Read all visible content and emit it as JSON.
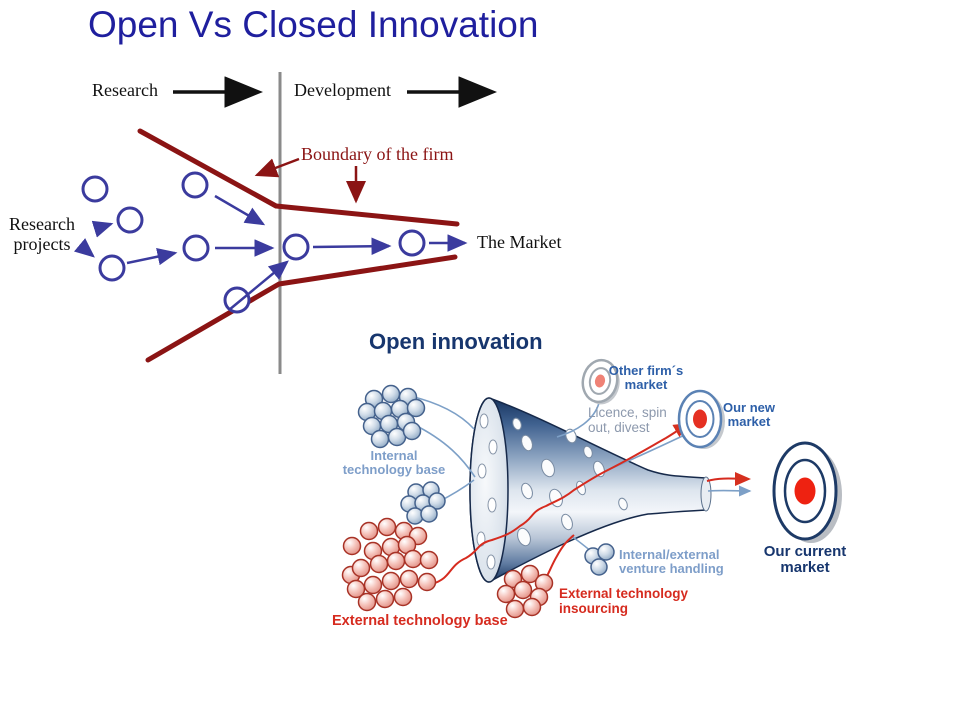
{
  "slide": {
    "title": "Open Vs Closed Innovation"
  },
  "closed_diagram": {
    "research_label": "Research",
    "development_label": "Development",
    "boundary_label": "Boundary of the firm",
    "projects_label": "Research projects",
    "market_label": "The Market"
  },
  "open_diagram": {
    "heading": "Open innovation",
    "labels": {
      "other_firms_market": "Other firm´s market",
      "licence": "Licence, spin out, divest",
      "our_new_market": "Our new market",
      "internal_tech_base": "Internal technology base",
      "venture_handling": "Internal/external venture handling",
      "external_insourcing": "External technology insourcing",
      "external_tech_base": "External technology base",
      "our_current_market": "Our current market"
    }
  },
  "icons": {
    "target": "concentric-circles-bullseye",
    "funnel": "perforated-cone-funnel",
    "sphere_cluster": "ball-cluster",
    "arrow": "solid-triangle-arrow"
  },
  "colors": {
    "title_blue": "#1f1f9e",
    "dark_red": "#8b1414",
    "diagram_blue": "#3b3b9e",
    "navy": "#17366e",
    "medium_blue": "#2d5fa8",
    "light_blue": "#7e9ec9",
    "gray_blue": "#8d99ad",
    "label_red": "#d62b1f",
    "target_red": "#ee2211"
  }
}
